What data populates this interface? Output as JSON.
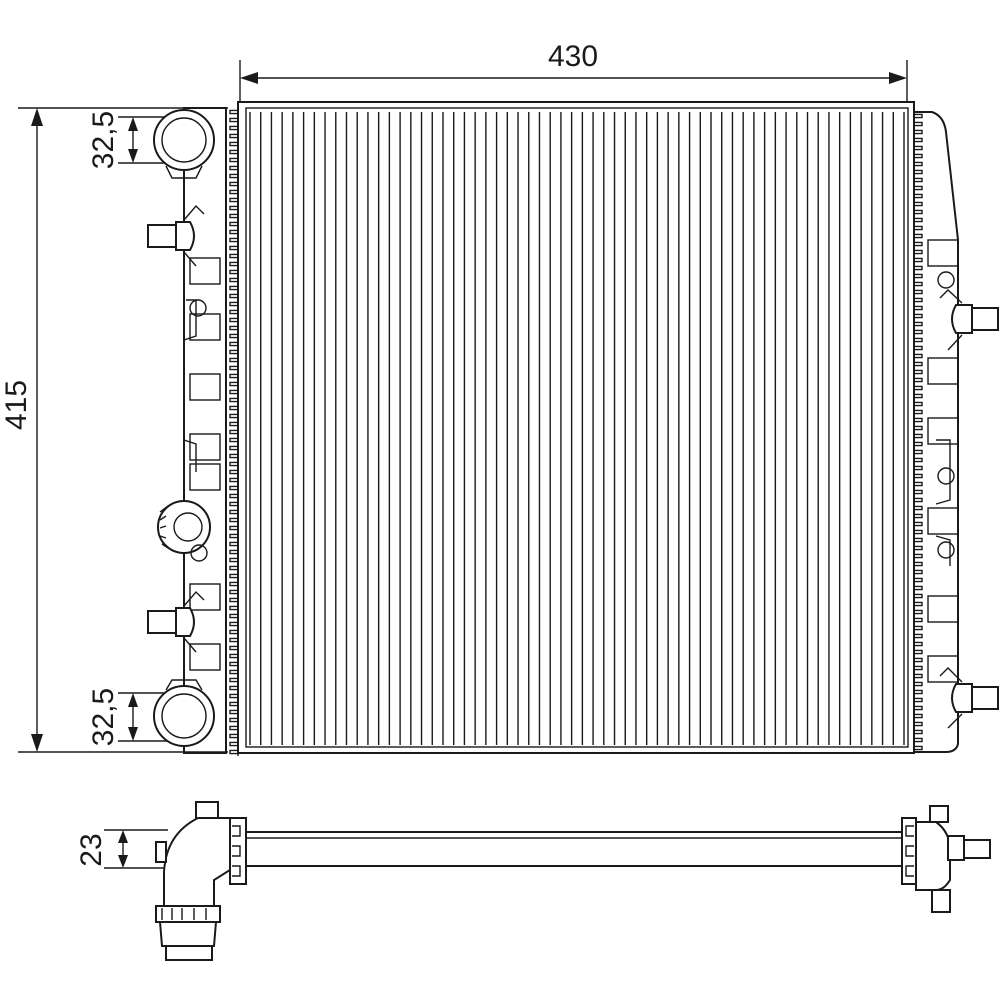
{
  "dimensions": {
    "width": "430",
    "height": "415",
    "top_port_pitch": "32,5",
    "bottom_port_pitch": "32,5",
    "core_depth": "23"
  },
  "core": {
    "fin_count": 62
  },
  "colors": {
    "line": "#1a1a1a",
    "background": "#ffffff"
  }
}
